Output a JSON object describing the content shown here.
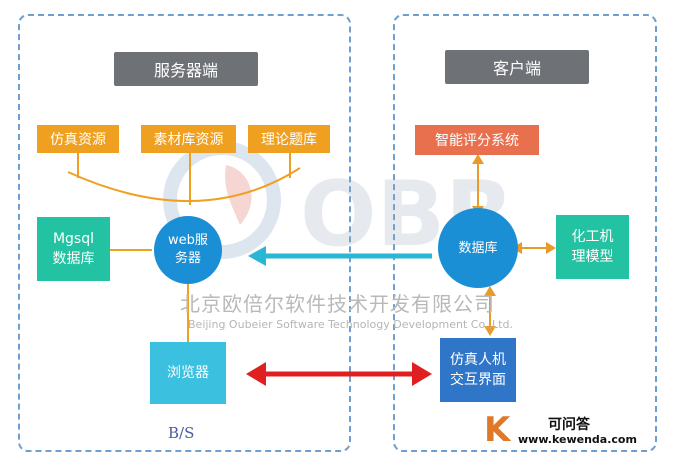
{
  "server": {
    "header": "服务器端",
    "resources": [
      "仿真资源",
      "素材库资源",
      "理论题库"
    ],
    "mysql": "Mgsql\n数据库",
    "web_server": "web服\n务器",
    "browser": "浏览器",
    "arch_label": "B/S"
  },
  "client": {
    "header": "客户端",
    "scoring": "智能评分系统",
    "database": "数据库",
    "chem_model": "化工机\n理模型",
    "sim_ui": "仿真人机\n交互界面"
  },
  "watermark": {
    "company_cn": "北京欧倍尔软件技术开发有限公司",
    "company_en": "Beijing Oubeier Software Technology Development Co.,Ltd.",
    "logo_text": "OBR"
  },
  "corner_logo": {
    "letter": "K",
    "name": "可问答",
    "url": "www.kewenda.com"
  },
  "colors": {
    "panel_border": "#6f9fd0",
    "header_bg": "#6e7277",
    "resource_orange": "#f0a020",
    "scoring_red": "#e9704f",
    "teal": "#22c2a2",
    "node_blue": "#1a8fd6",
    "sim_blue": "#2f76c8",
    "arrow_red": "#e02020",
    "arrow_cyan": "#2ab7d6",
    "arrow_orange": "#e89a2a"
  }
}
